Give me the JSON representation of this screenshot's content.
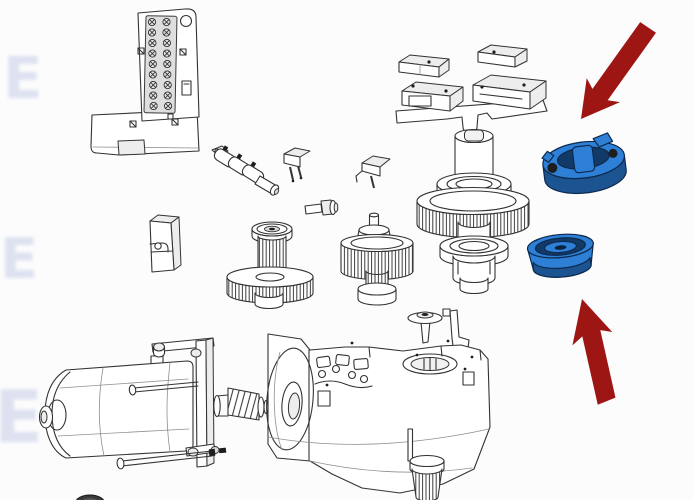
{
  "scene": {
    "background_color": "#fcfcfc",
    "watermarks": [
      {
        "glyph": "E"
      },
      {
        "glyph": "E"
      },
      {
        "glyph": "E"
      }
    ]
  },
  "palette": {
    "outline": "#333333",
    "arrow_red": "#9e1613",
    "highlight_blue": "#2e7fd6",
    "highlight_blue_dark": "#1c5391",
    "highlight_blue_deep": "#123a66",
    "watermark_color": "#dde1f0"
  },
  "annotations": {
    "arrows": [
      {
        "name": "arrow-to-clamp-collar",
        "direction": "down-left",
        "color": "#9e1613"
      },
      {
        "name": "arrow-to-bushing-ring",
        "direction": "up",
        "color": "#9e1613"
      }
    ],
    "highlighted_parts": [
      {
        "name": "clamp-collar",
        "color": "#2e7fd6"
      },
      {
        "name": "bushing-ring",
        "color": "#2e7fd6"
      }
    ]
  }
}
